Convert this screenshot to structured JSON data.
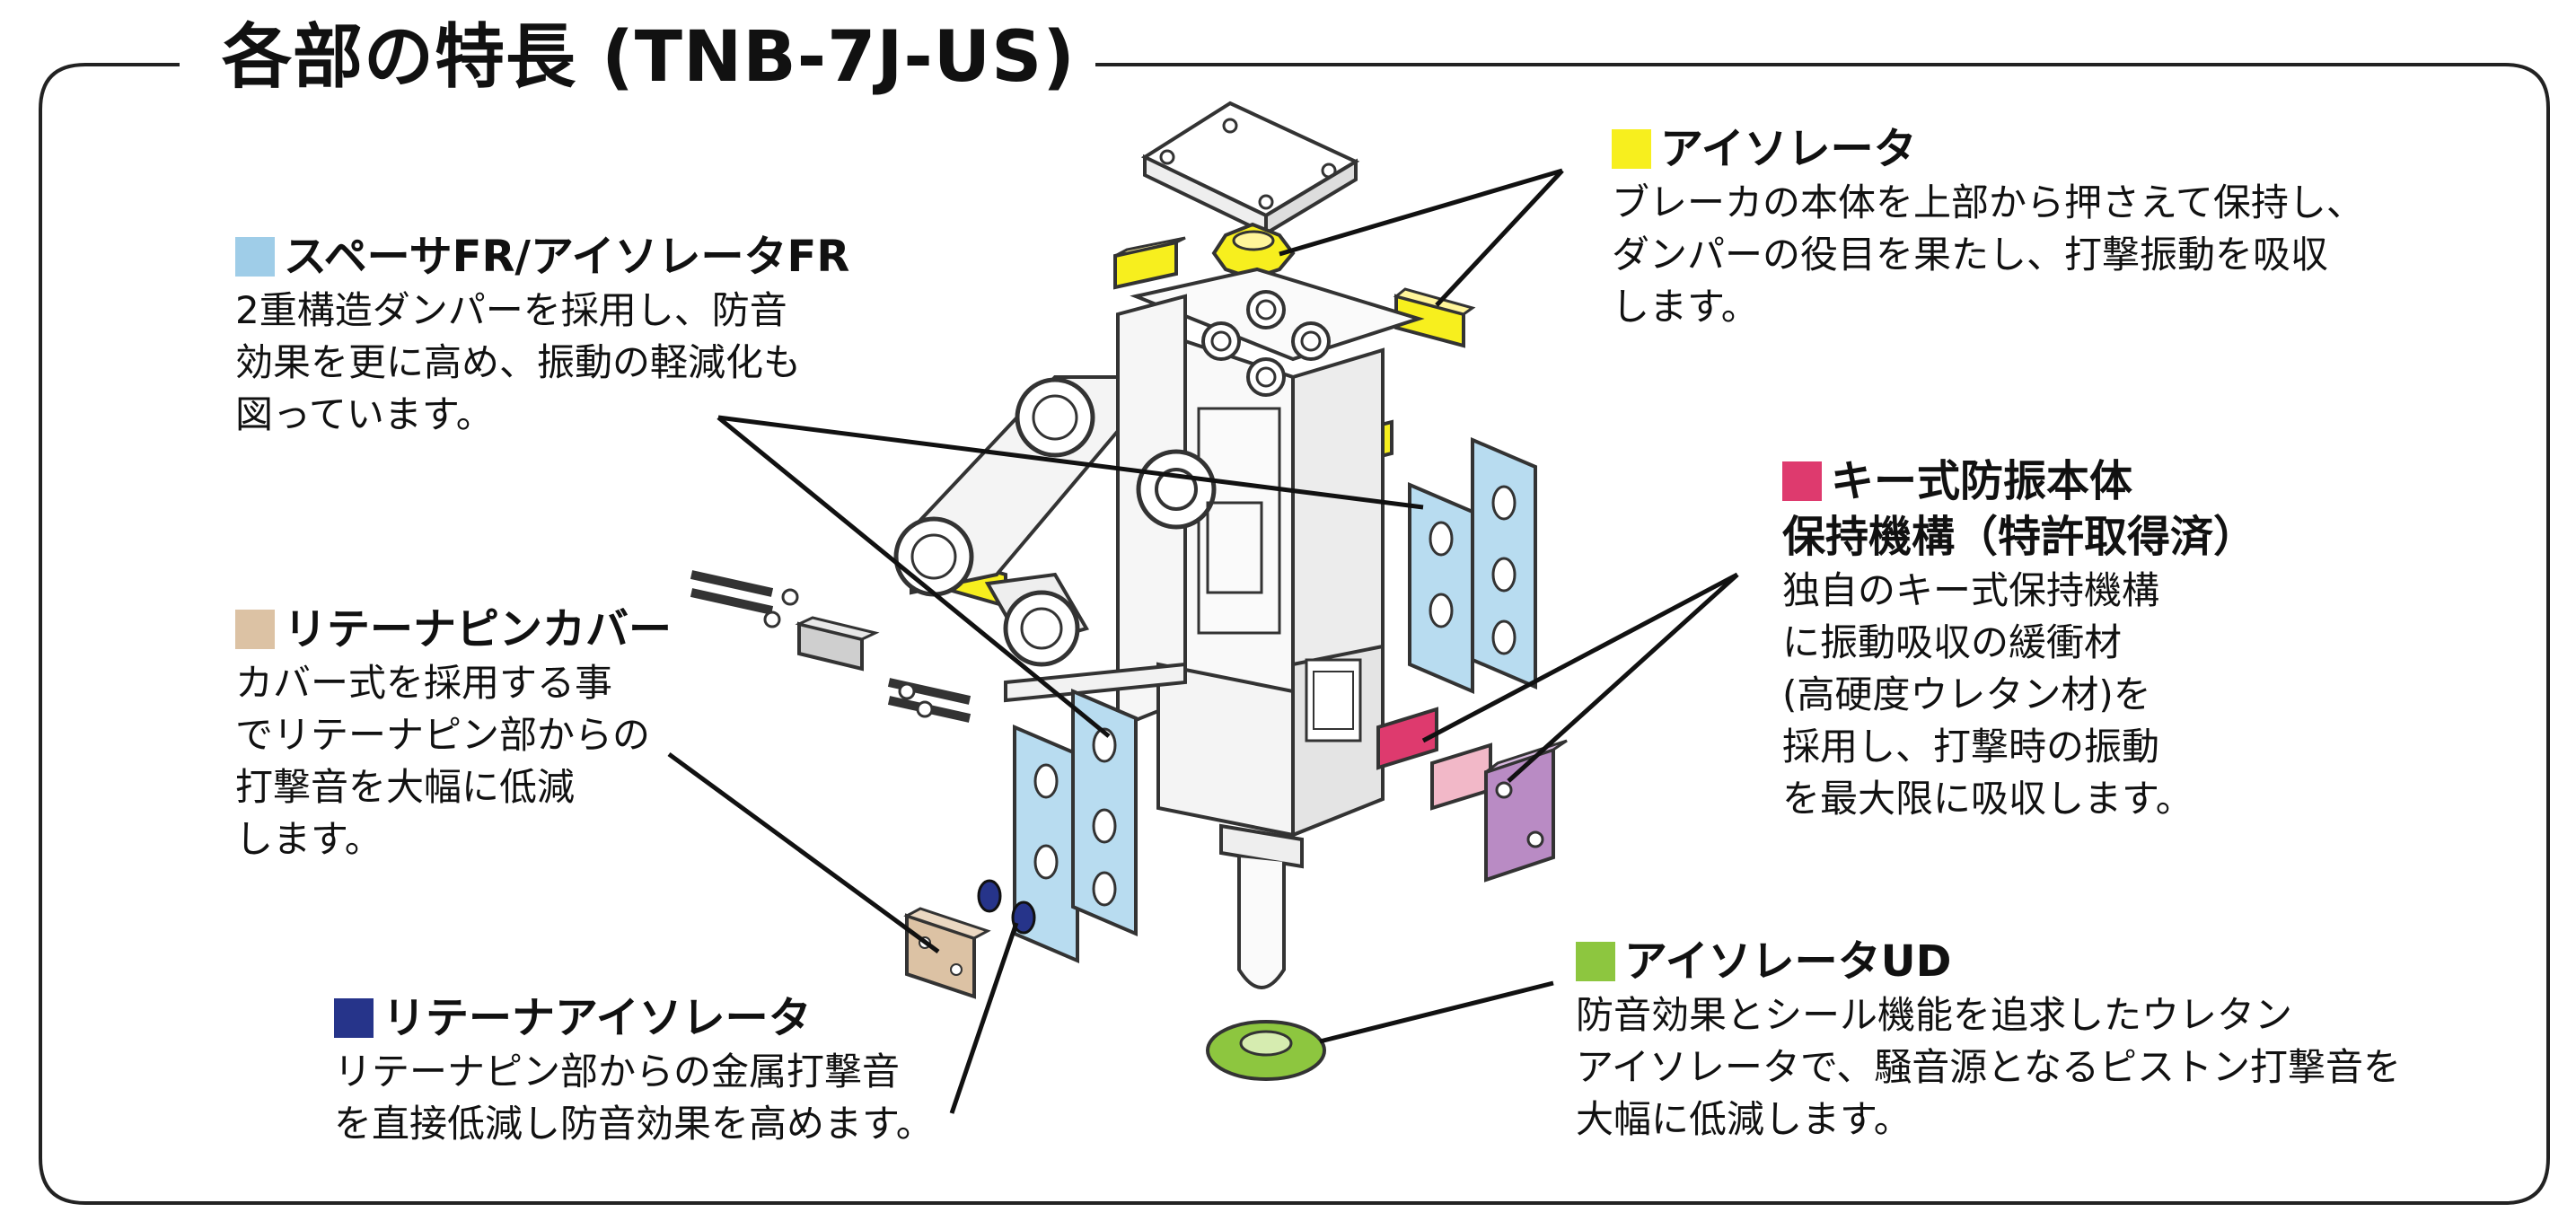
{
  "title": "各部の特長 (TNB-7J-US)",
  "callouts": {
    "spacer": {
      "color": "#9fcde8",
      "heading": "スペーサFR/アイソレータFR",
      "lines": [
        "2重構造ダンパーを採用し、防音",
        "効果を更に高め、振動の軽減化も",
        "図っています。"
      ]
    },
    "pin_cover": {
      "color": "#dcc2a4",
      "heading": "リテーナピンカバー",
      "lines": [
        "カバー式を採用する事",
        "でリテーナピン部からの",
        "打撃音を大幅に低減",
        "します。"
      ]
    },
    "retainer_isolator": {
      "color": "#26348a",
      "heading": "リテーナアイソレータ",
      "lines": [
        "リテーナピン部からの金属打撃音",
        "を直接低減し防音効果を高めます。"
      ]
    },
    "isolator": {
      "color": "#f7ef1e",
      "heading": "アイソレータ",
      "lines": [
        "ブレーカの本体を上部から押さえて保持し、",
        "ダンパーの役目を果たし、打撃振動を吸収",
        "します。"
      ]
    },
    "key_mount": {
      "color": "#de3a6e",
      "heading": "キー式防振本体",
      "heading2": "保持機構（特許取得済）",
      "lines": [
        "独自のキー式保持機構",
        "に振動吸収の緩衝材",
        "(高硬度ウレタン材)を",
        "採用し、打撃時の振動",
        "を最大限に吸収します。"
      ]
    },
    "isolator_ud": {
      "color": "#8dc63f",
      "heading": "アイソレータUD",
      "lines": [
        "防音効果とシール機能を追求したウレタン",
        "アイソレータで、騒音源となるピストン打撃音を",
        "大幅に低減します。"
      ]
    }
  }
}
